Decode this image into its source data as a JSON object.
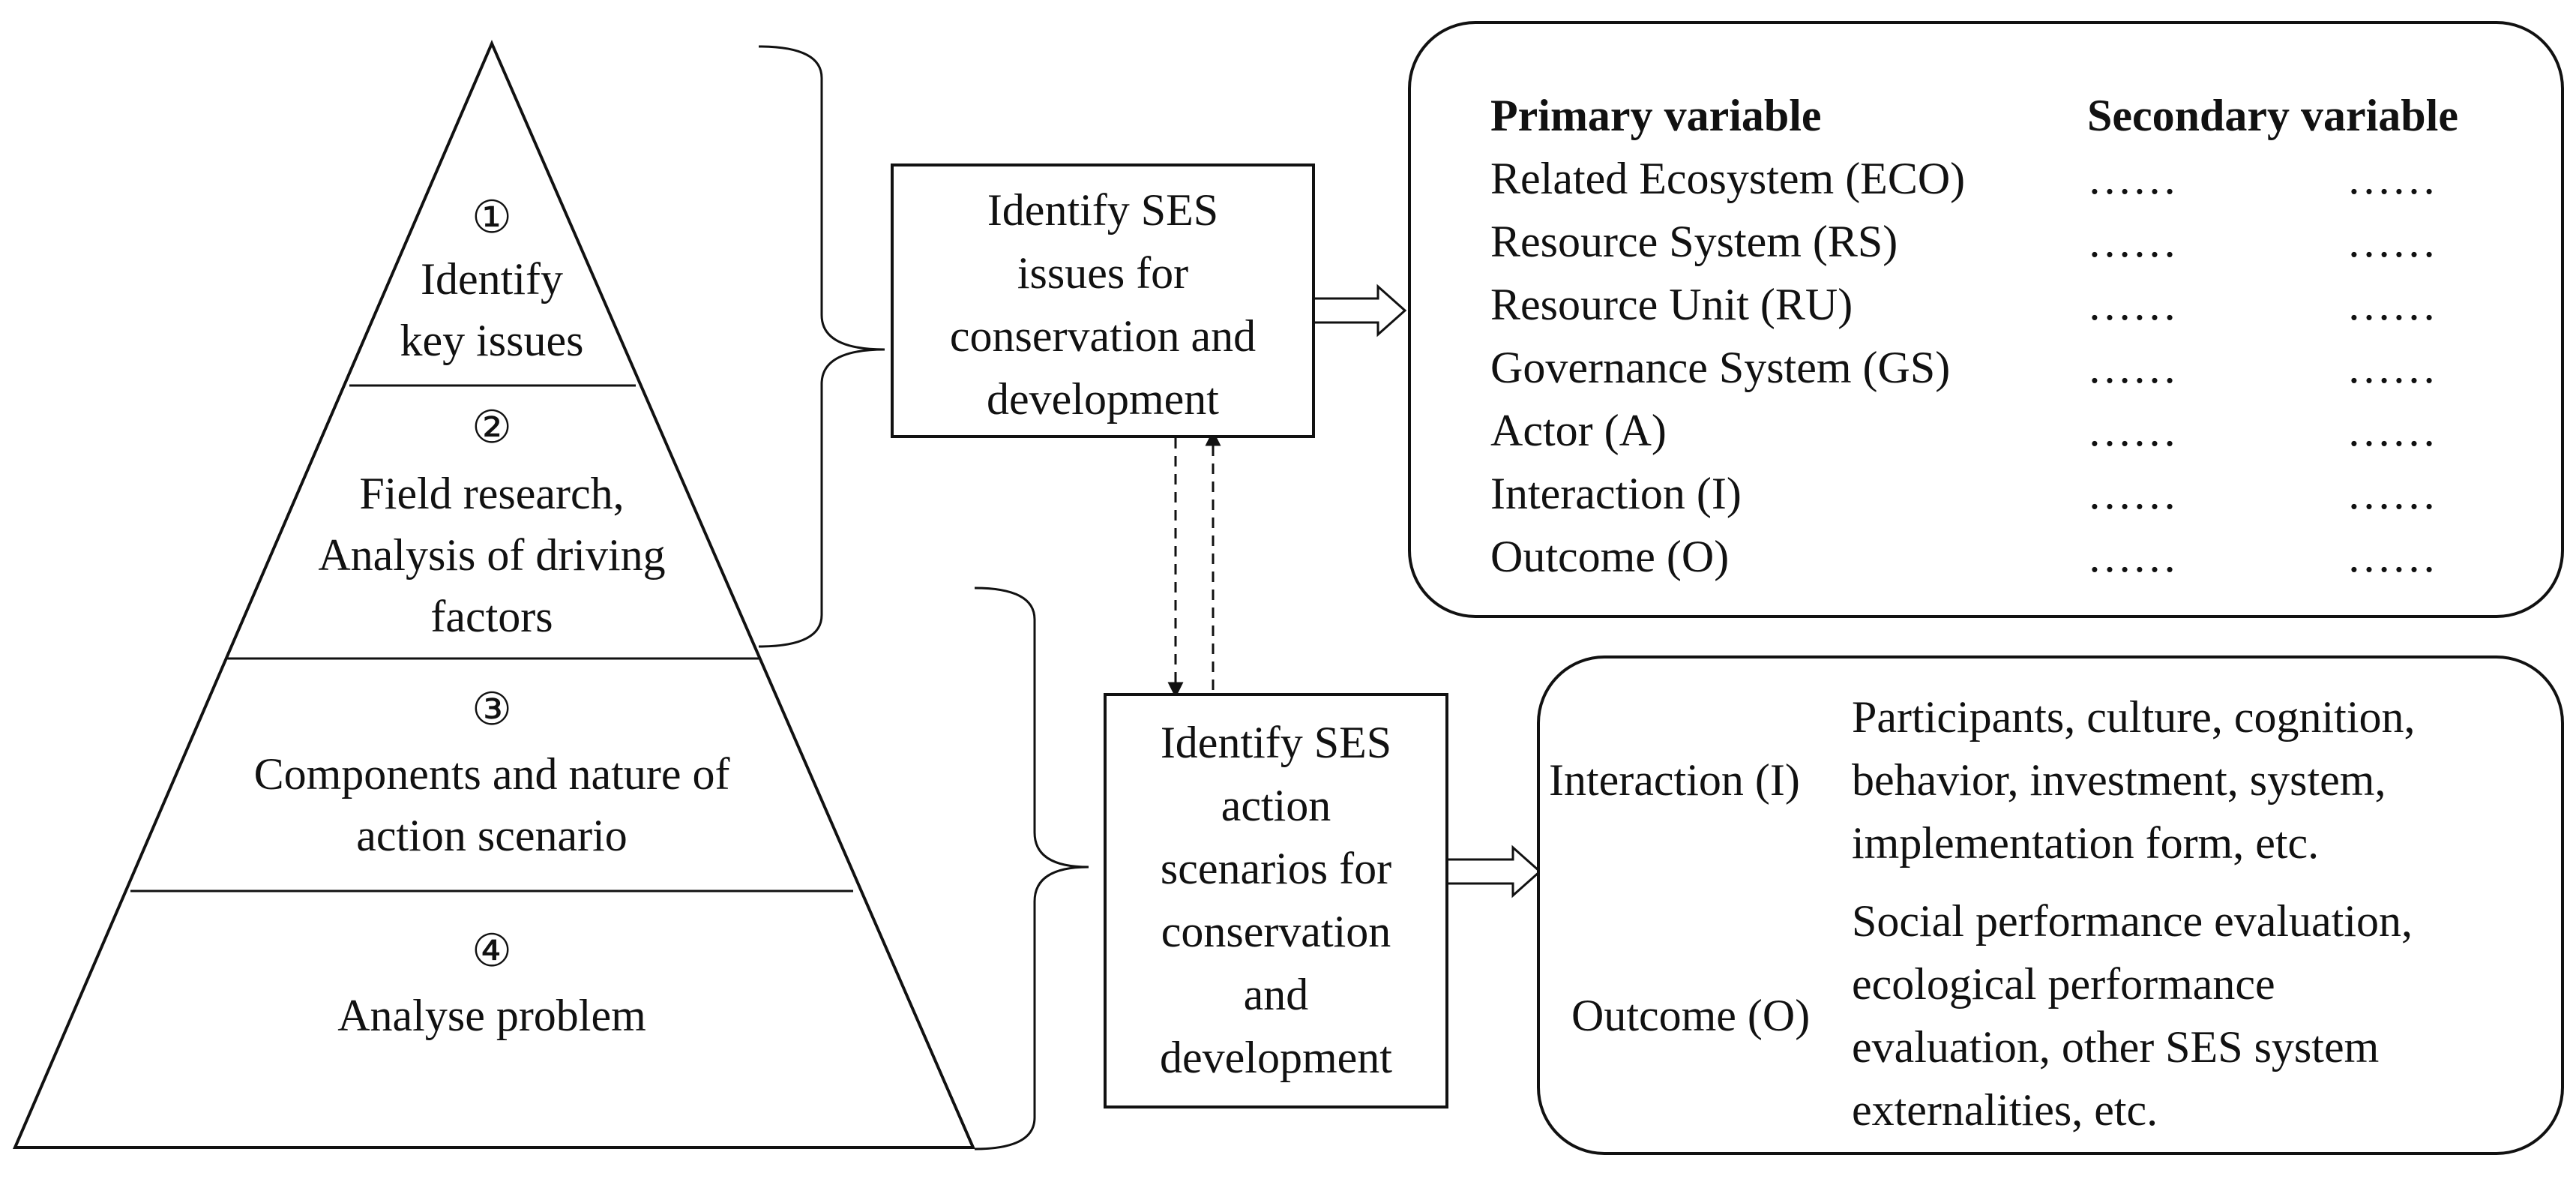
{
  "pyramid": {
    "levels": [
      {
        "num": "①",
        "lines": [
          "Identify",
          "key issues"
        ]
      },
      {
        "num": "②",
        "lines": [
          "Field research,",
          "Analysis of driving",
          "factors"
        ]
      },
      {
        "num": "③",
        "lines": [
          "Components and nature of",
          "action scenario"
        ]
      },
      {
        "num": "④",
        "lines": [
          "Analyse problem"
        ]
      }
    ]
  },
  "issues_box": {
    "lines": [
      "Identify SES",
      "issues for",
      "conservation and",
      "development"
    ]
  },
  "scenarios_box": {
    "lines": [
      "Identify SES",
      "action",
      "scenarios for",
      "conservation",
      "and",
      "development"
    ]
  },
  "variables_panel": {
    "header_primary": "Primary variable",
    "header_secondary": "Secondary variable",
    "rows": [
      {
        "primary": "Related Ecosystem (ECO)",
        "dots1": "……",
        "dots2": "……"
      },
      {
        "primary": "Resource System (RS)",
        "dots1": "……",
        "dots2": "……"
      },
      {
        "primary": "Resource Unit (RU)",
        "dots1": "……",
        "dots2": "……"
      },
      {
        "primary": "Governance System (GS)",
        "dots1": "……",
        "dots2": "……"
      },
      {
        "primary": "Actor (A)",
        "dots1": "……",
        "dots2": "……"
      },
      {
        "primary": "Interaction (I)",
        "dots1": "……",
        "dots2": "……"
      },
      {
        "primary": "Outcome (O)",
        "dots1": "……",
        "dots2": "……"
      }
    ]
  },
  "scenario_panel": {
    "interaction_label": "Interaction (I)",
    "interaction_lines": [
      "Participants, culture, cognition,",
      "behavior, investment, system,",
      "implementation form, etc."
    ],
    "outcome_label": "Outcome (O)",
    "outcome_lines": [
      "Social performance evaluation,",
      "ecological performance",
      "evaluation, other SES system",
      "externalities, etc."
    ]
  }
}
